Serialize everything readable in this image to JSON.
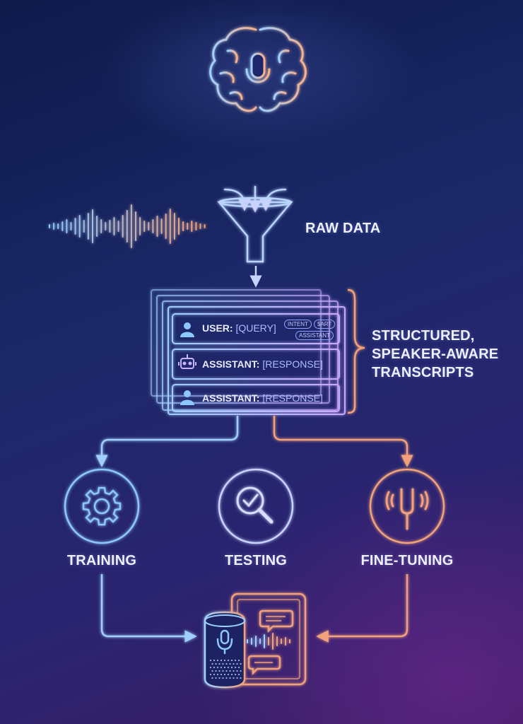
{
  "labels": {
    "raw_data": "RAW DATA",
    "structured": [
      "STRUCTURED,",
      "SPEAKER-AWARE",
      "TRANSCRIPTS"
    ],
    "training": "TRAINING",
    "testing": "TESTING",
    "fine_tuning": "FINE-TUNING"
  },
  "transcript_rows": [
    {
      "speaker": "USER:",
      "content": "[QUERY]",
      "icon": "user-icon"
    },
    {
      "speaker": "ASSISTANT:",
      "content": "[RESPONSE]",
      "icon": "robot-icon"
    },
    {
      "speaker": "ASSISTANT:",
      "content": "[RESPONSE]",
      "icon": "user-icon"
    }
  ],
  "row_tags": [
    "INTENT",
    "$ART",
    "ASSISTANT"
  ],
  "icons": [
    "brain-microphone-icon",
    "sound-wave-icon",
    "funnel-icon",
    "gear-icon",
    "magnifier-check-icon",
    "tuning-fork-icon",
    "smart-speaker-icon",
    "tablet-chat-icon"
  ],
  "colors": {
    "blue_accent": "#8cc8ff",
    "orange_accent": "#f2a27a",
    "violet_accent": "#c7b3ff",
    "text": "#eef0ff"
  }
}
